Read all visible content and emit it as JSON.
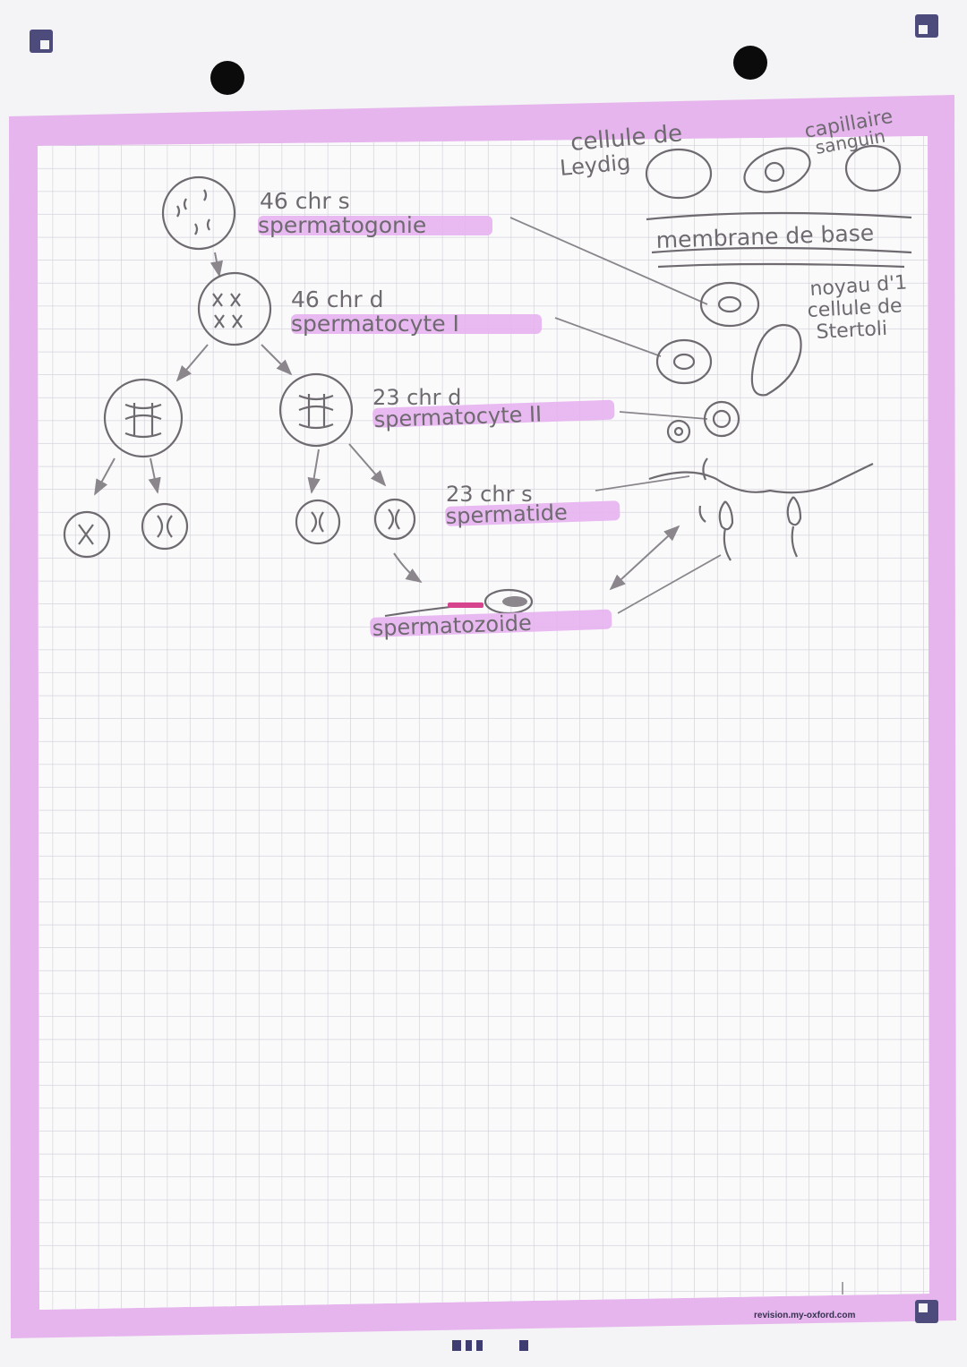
{
  "notes": {
    "spermatogonie": {
      "count": "46 chr s",
      "name": "spermatogonie"
    },
    "spermatocyte1": {
      "count": "46 chr d",
      "name": "spermatocyte I"
    },
    "spermatocyte2": {
      "count": "23 chr d",
      "name": "spermatocyte II"
    },
    "spermatide": {
      "count": "23 chr s",
      "name": "spermatide"
    },
    "spermatozoide": {
      "name": "spermatozoide"
    }
  },
  "tissue_labels": {
    "leydig_line1": "cellule de",
    "leydig_line2": "Leydig",
    "capillaire_line1": "capillaire",
    "capillaire_line2": "sanguin",
    "membrane": "membrane de base",
    "sertoli_line1": "noyau d'1",
    "sertoli_line2": "cellule de",
    "sertoli_line3": "Stertoli"
  },
  "footer": {
    "url": "revision.my-oxford.com"
  },
  "colors": {
    "paper": "#f4f3f5",
    "margin_band": "#e6b5ee",
    "grid": "#cfcdd6",
    "highlighter": "#e7b3f0",
    "ink": "#6e6a70",
    "corner_mark": "#4d4a7c"
  }
}
